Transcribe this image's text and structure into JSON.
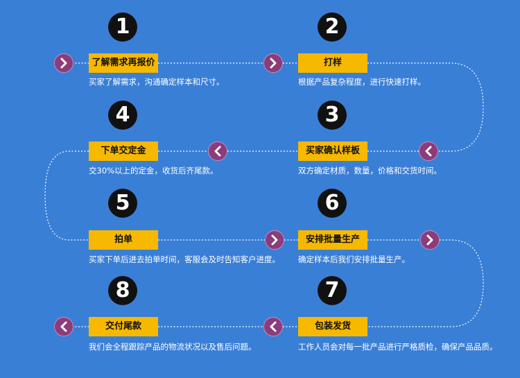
{
  "steps": [
    {
      "number": "1",
      "label": "了解需求再报价",
      "desc": "买家了解需求，沟通确定样本和尺寸。"
    },
    {
      "number": "2",
      "label": "打样",
      "desc": "根据产品复杂程度，进行快速打样。"
    },
    {
      "number": "3",
      "label": "买家确认样板",
      "desc": "双方确定材质，数量，价格和交货时间。"
    },
    {
      "number": "4",
      "label": "下单交定金",
      "desc": "交30%以上的定金，收货后齐尾款。"
    },
    {
      "number": "5",
      "label": "拍单",
      "desc": "买家下单后进去拍单时间，客服会及时告知客户进度。"
    },
    {
      "number": "6",
      "label": "安排批量生产",
      "desc": "确定样本后我们安排批量生产。"
    },
    {
      "number": "7",
      "label": "包装发货",
      "desc": "工作人员会对每一批产品进行严格质检，确保产品品质。"
    },
    {
      "number": "8",
      "label": "交付尾款",
      "desc": "我们会全程跟踪产品的物流状况以及售后问题。"
    }
  ],
  "colors": {
    "background": "#3a7fd6",
    "label": "#f7b800",
    "arrow": "#8b3c7a",
    "number": "#111111",
    "line": "#ffffff"
  }
}
